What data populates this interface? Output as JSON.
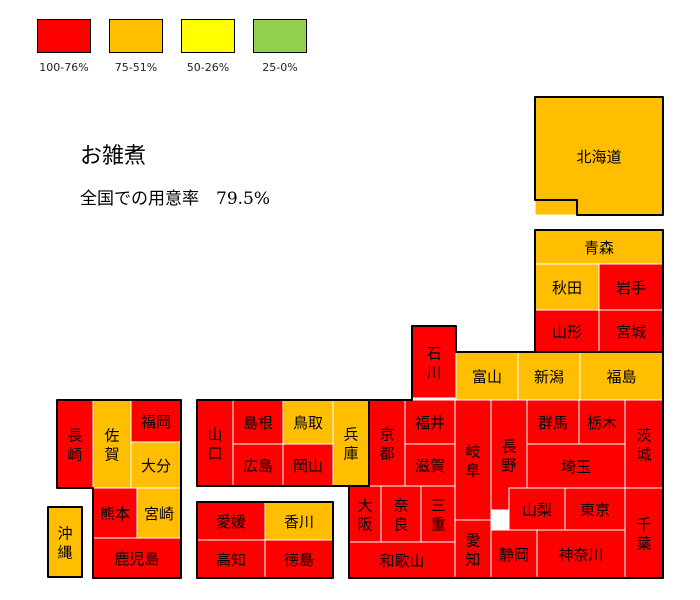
{
  "title": "お雑煮",
  "subtitle": "全国での用意率　79.5%",
  "colors": {
    "r": "#ff0000",
    "o": "#ffbf00",
    "y": "#ffff00",
    "g": "#92d050"
  },
  "legend": [
    {
      "label": "100-76%",
      "cls": "r"
    },
    {
      "label": "75-51%",
      "cls": "o"
    },
    {
      "label": "50-26%",
      "cls": "y"
    },
    {
      "label": "25-0%",
      "cls": "g"
    }
  ],
  "regions": [
    {
      "name": "北海道",
      "cls": "o"
    },
    {
      "name": "青森",
      "cls": "o"
    },
    {
      "name": "秋田",
      "cls": "o"
    },
    {
      "name": "岩手",
      "cls": "r"
    },
    {
      "name": "山形",
      "cls": "r"
    },
    {
      "name": "宮城",
      "cls": "r"
    },
    {
      "name": "石川",
      "cls": "r"
    },
    {
      "name": "富山",
      "cls": "o"
    },
    {
      "name": "新潟",
      "cls": "o"
    },
    {
      "name": "福島",
      "cls": "o"
    },
    {
      "name": "長崎",
      "cls": "r"
    },
    {
      "name": "佐賀",
      "cls": "o"
    },
    {
      "name": "福岡",
      "cls": "r"
    },
    {
      "name": "大分",
      "cls": "o"
    },
    {
      "name": "熊本",
      "cls": "r"
    },
    {
      "name": "宮崎",
      "cls": "o"
    },
    {
      "name": "鹿児島",
      "cls": "r"
    },
    {
      "name": "沖縄",
      "cls": "o"
    },
    {
      "name": "山口",
      "cls": "r"
    },
    {
      "name": "島根",
      "cls": "r"
    },
    {
      "name": "鳥取",
      "cls": "o"
    },
    {
      "name": "広島",
      "cls": "r"
    },
    {
      "name": "岡山",
      "cls": "r"
    },
    {
      "name": "兵庫",
      "cls": "o"
    },
    {
      "name": "京都",
      "cls": "r"
    },
    {
      "name": "福井",
      "cls": "r"
    },
    {
      "name": "滋賀",
      "cls": "r"
    },
    {
      "name": "大阪",
      "cls": "r"
    },
    {
      "name": "奈良",
      "cls": "r"
    },
    {
      "name": "三重",
      "cls": "r"
    },
    {
      "name": "和歌山",
      "cls": "r"
    },
    {
      "name": "岐阜",
      "cls": "r"
    },
    {
      "name": "愛知",
      "cls": "r"
    },
    {
      "name": "長野",
      "cls": "r"
    },
    {
      "name": "群馬",
      "cls": "r"
    },
    {
      "name": "栃木",
      "cls": "r"
    },
    {
      "name": "茨城",
      "cls": "r"
    },
    {
      "name": "埼玉",
      "cls": "r"
    },
    {
      "name": "山梨",
      "cls": "r"
    },
    {
      "name": "東京",
      "cls": "r"
    },
    {
      "name": "千葉",
      "cls": "r"
    },
    {
      "name": "静岡",
      "cls": "r"
    },
    {
      "name": "神奈川",
      "cls": "r"
    },
    {
      "name": "愛媛",
      "cls": "r"
    },
    {
      "name": "香川",
      "cls": "o"
    },
    {
      "name": "高知",
      "cls": "r"
    },
    {
      "name": "徳島",
      "cls": "r"
    }
  ]
}
